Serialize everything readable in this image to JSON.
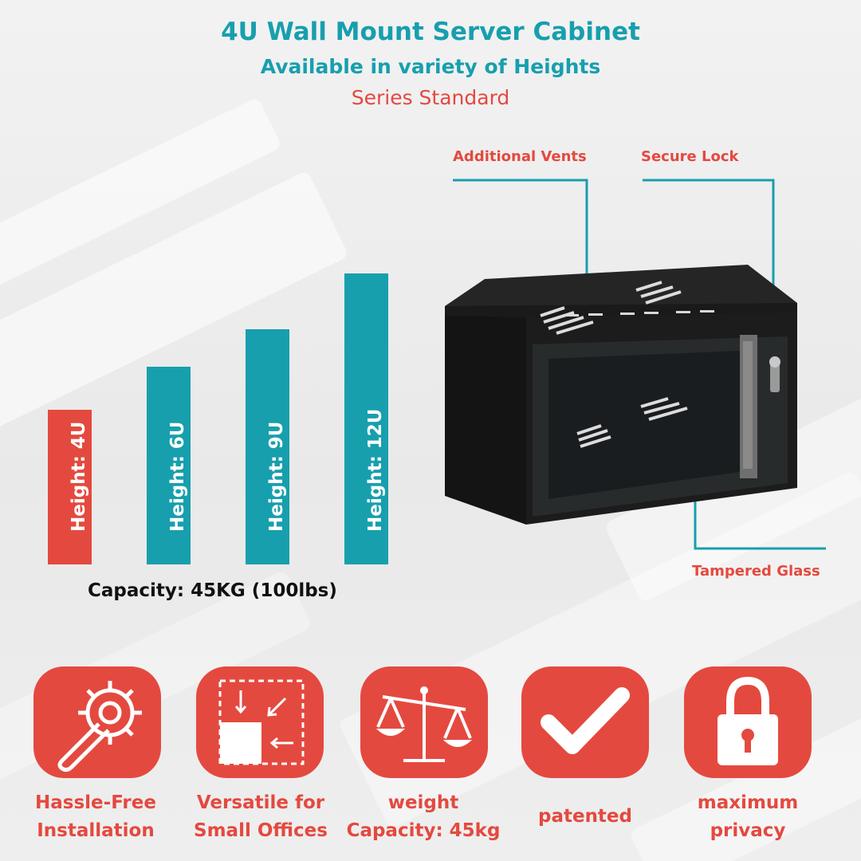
{
  "title": "4U Wall Mount Server Cabinet",
  "subtitle": "Available in variety of Heights",
  "series": "Series Standard",
  "colors": {
    "teal": "#179fae",
    "red": "#e4493f",
    "dark": "#111111"
  },
  "bars": [
    {
      "label": "Height: 4U",
      "color": "#e4493f",
      "value": 4
    },
    {
      "label": "Height: 6U",
      "color": "#179fae",
      "value": 6
    },
    {
      "label": "Height: 9U",
      "color": "#179fae",
      "value": 9
    },
    {
      "label": "Height: 12U",
      "color": "#179fae",
      "value": 12
    }
  ],
  "capacity": "Capacity: 45KG (100lbs)",
  "callouts": {
    "vents": "Additional Vents",
    "lock": "Secure Lock",
    "glass": "Tampered Glass"
  },
  "features": [
    {
      "icon": "gear-wrench-icon",
      "line1": "Hassle-Free",
      "line2": "Installation"
    },
    {
      "icon": "compact-size-icon",
      "line1": "Versatile for",
      "line2": "Small Offices"
    },
    {
      "icon": "balance-scale-icon",
      "line1": "weight",
      "line2": "Capacity: 45kg"
    },
    {
      "icon": "checkmark-icon",
      "line1": "patented",
      "line2": ""
    },
    {
      "icon": "padlock-icon",
      "line1": "maximum",
      "line2": "privacy"
    }
  ]
}
